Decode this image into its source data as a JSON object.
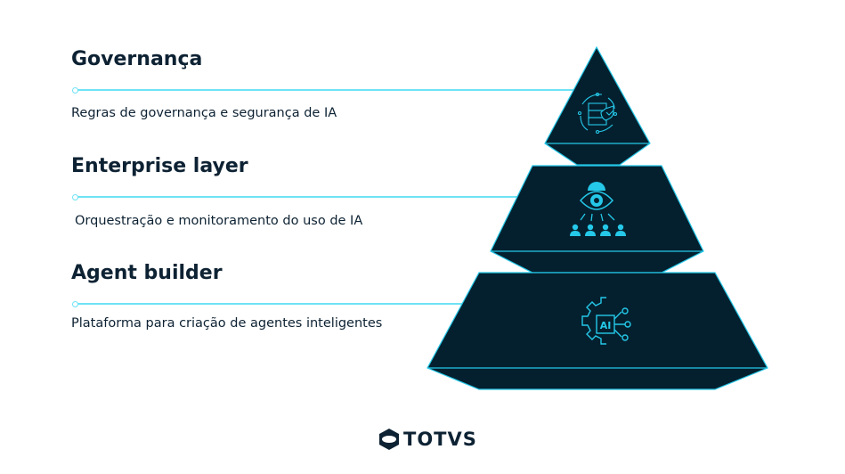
{
  "tiers": [
    {
      "title": "Governança",
      "description": "Regras de governança e segurança de IA",
      "icon": "server-shield-cycle-icon"
    },
    {
      "title": "Enterprise layer",
      "description": "Orquestração e monitoramento do uso de IA",
      "icon": "eye-gear-people-icon"
    },
    {
      "title": "Agent builder",
      "description": "Plataforma para criação de agentes inteligentes",
      "icon": "ai-chip-gear-icon"
    }
  ],
  "icon_ai_label": "AI",
  "brand": {
    "name": "TOTVS"
  },
  "colors": {
    "dark": "#04202f",
    "accent": "#25c8e8",
    "line": "#6fe3f5",
    "text": "#0d2233"
  }
}
